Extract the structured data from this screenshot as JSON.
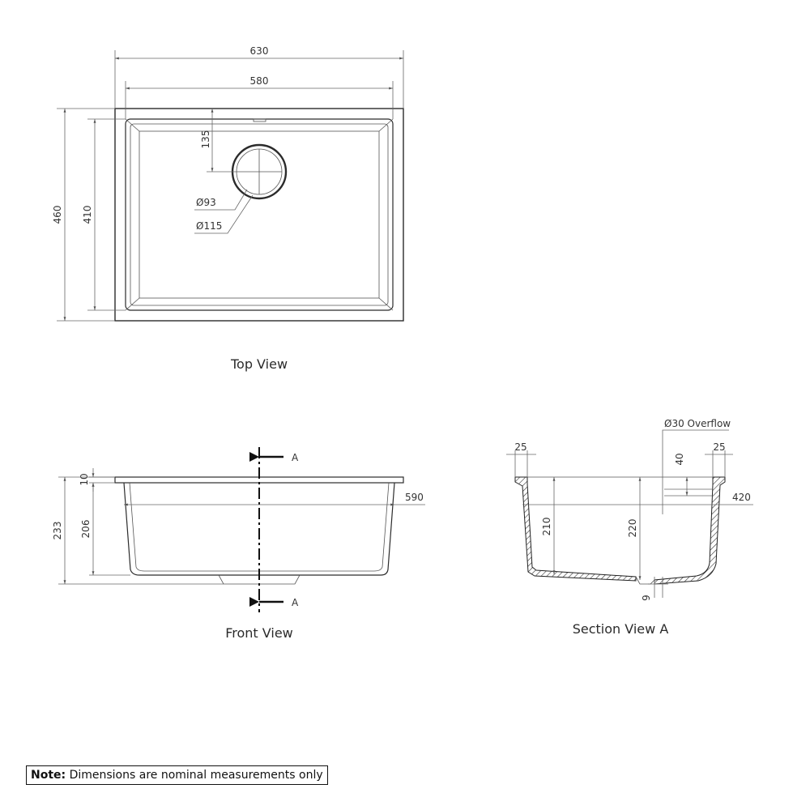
{
  "top_view": {
    "caption": "Top View",
    "dim_overall_width": "630",
    "dim_bowl_width": "580",
    "dim_overall_depth": "460",
    "dim_bowl_depth": "410",
    "dim_waste_offset": "135",
    "dim_waste_inner": "Ø93",
    "dim_waste_outer": "Ø115"
  },
  "front_view": {
    "caption": "Front View",
    "dim_rim": "10",
    "dim_bowl_height": "206",
    "dim_total_height": "233",
    "dim_width": "590",
    "section_marker_top": "A",
    "section_marker_bottom": "A"
  },
  "section_view": {
    "caption": "Section View A",
    "dim_overflow": "Ø30 Overflow",
    "dim_left_flange": "25",
    "dim_right_flange": "25",
    "dim_overflow_depth": "40",
    "dim_inner_width": "420",
    "dim_left_depth": "210",
    "dim_center_depth": "220",
    "dim_base": "9"
  },
  "note": {
    "label": "Note:",
    "text": " Dimensions are nominal measurements only"
  }
}
